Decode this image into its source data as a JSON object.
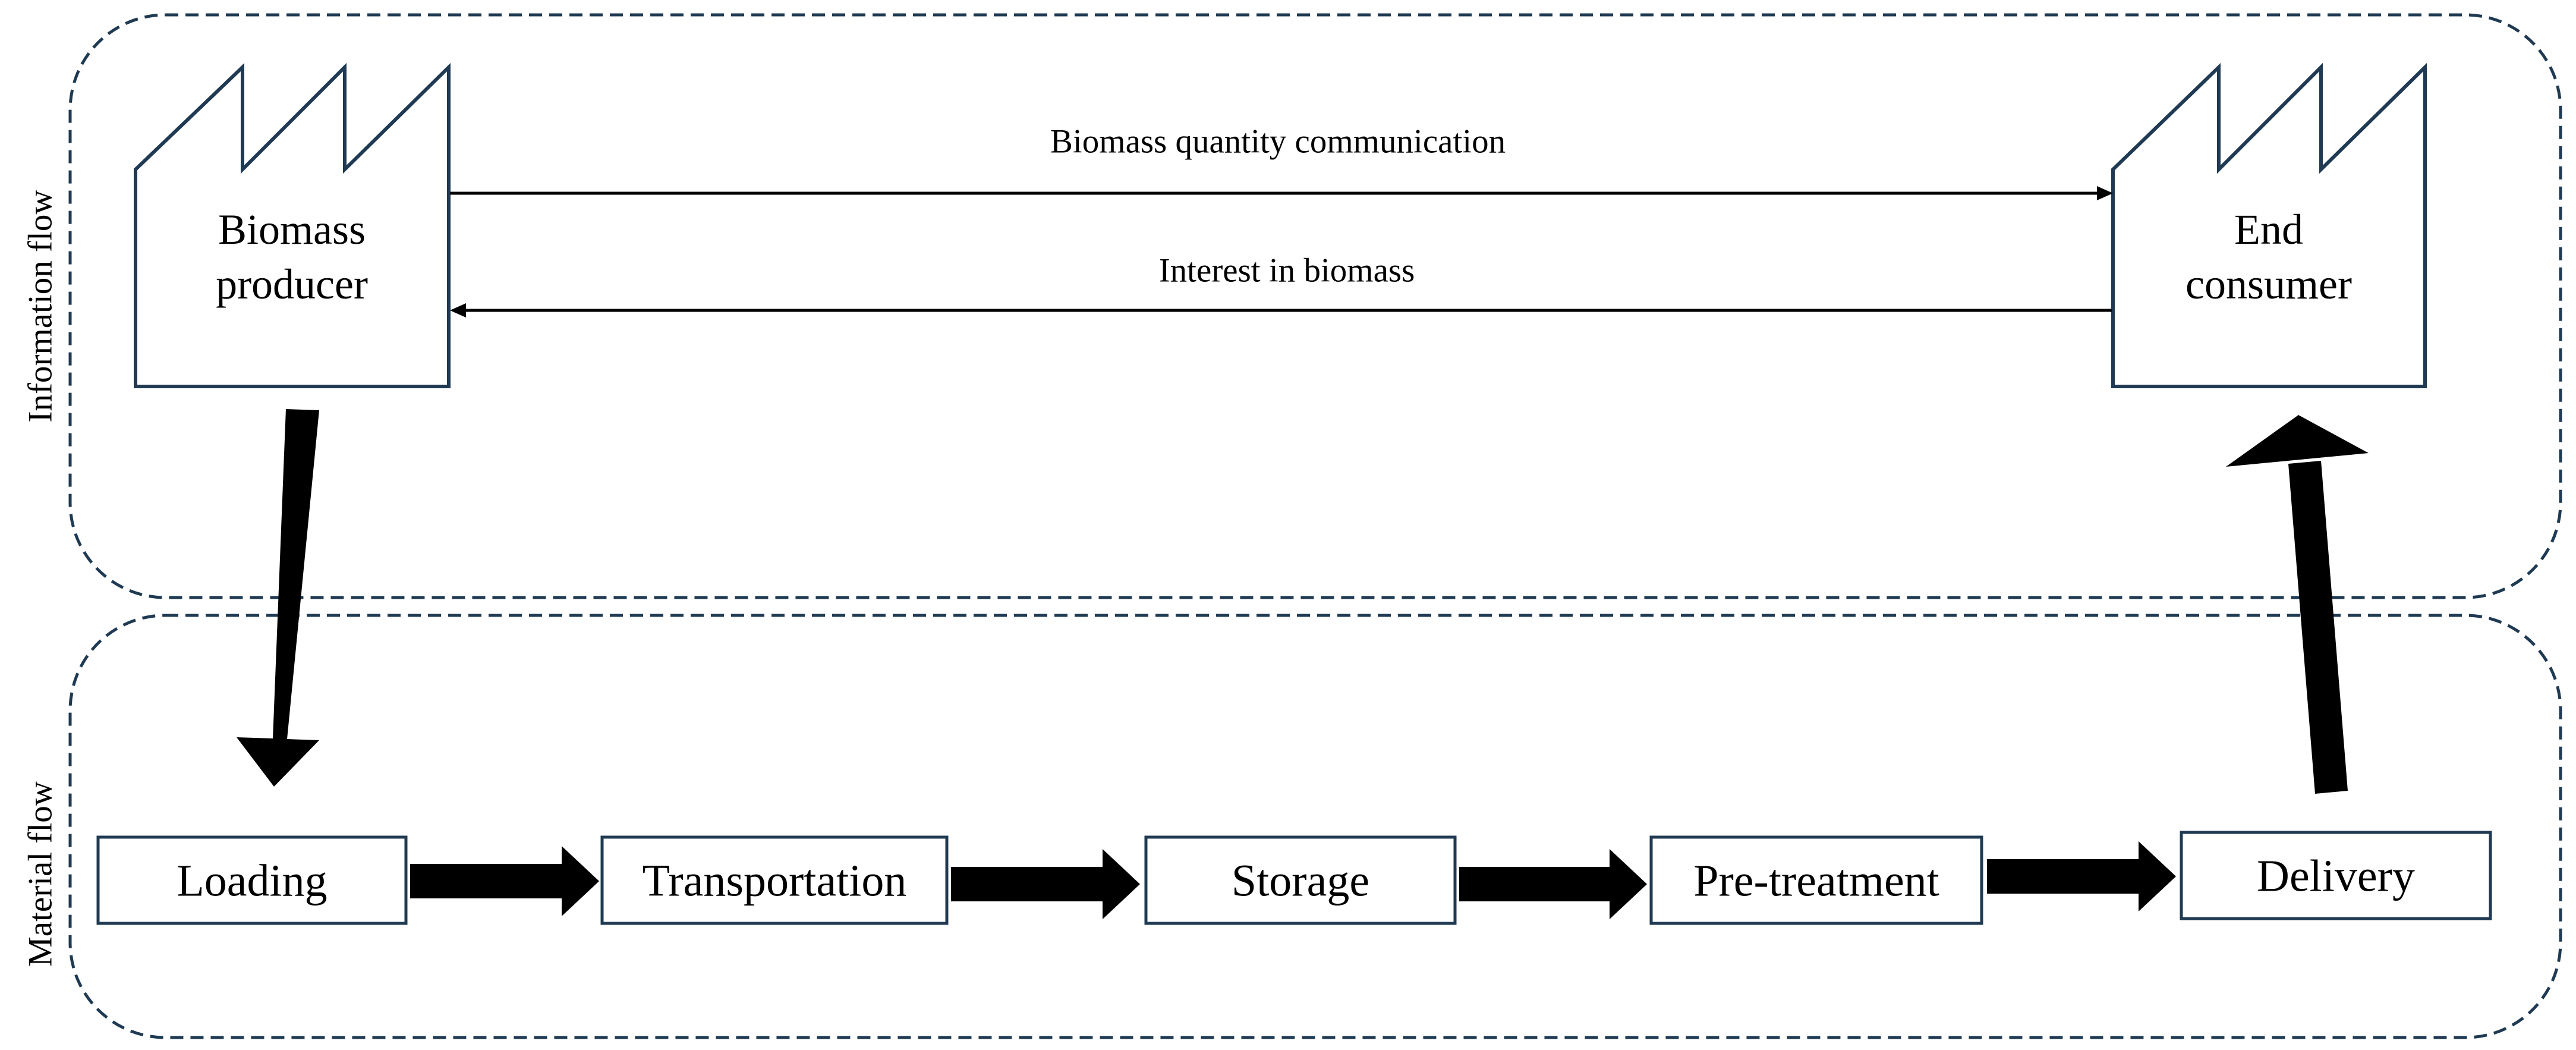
{
  "sections": {
    "information": "Information flow",
    "material": "Material flow"
  },
  "actors": {
    "producer": [
      "Biomass",
      "producer"
    ],
    "consumer": [
      "End",
      "consumer"
    ]
  },
  "messages": {
    "quantity": "Biomass quantity communication",
    "interest": "Interest in biomass"
  },
  "steps": [
    "Loading",
    "Transportation",
    "Storage",
    "Pre-treatment",
    "Delivery"
  ],
  "colors": {
    "dashed_border": "#1f3a52",
    "stroke": "#1f3a52",
    "arrow": "#000000",
    "background": "#ffffff"
  }
}
